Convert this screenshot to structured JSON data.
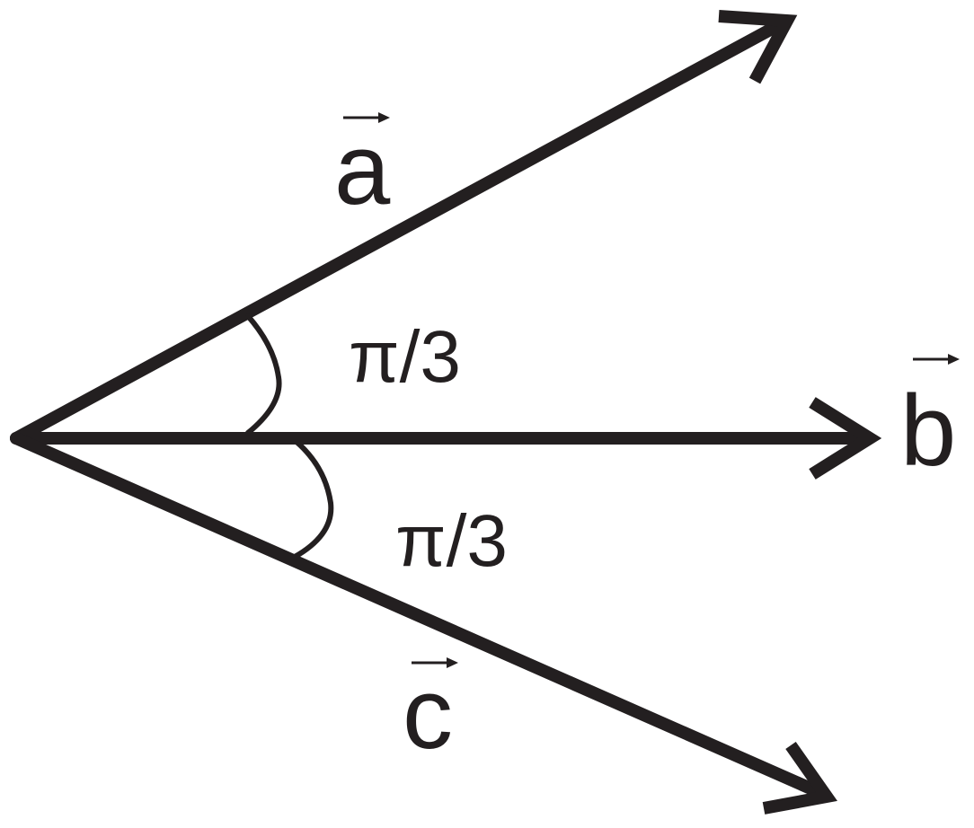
{
  "labels": {
    "vector_a": "a",
    "vector_b": "b",
    "vector_c": "c",
    "angle_ab": "π/3",
    "angle_bc": "π/3"
  },
  "colors": {
    "ink": "#231f20",
    "background": "#ffffff"
  }
}
